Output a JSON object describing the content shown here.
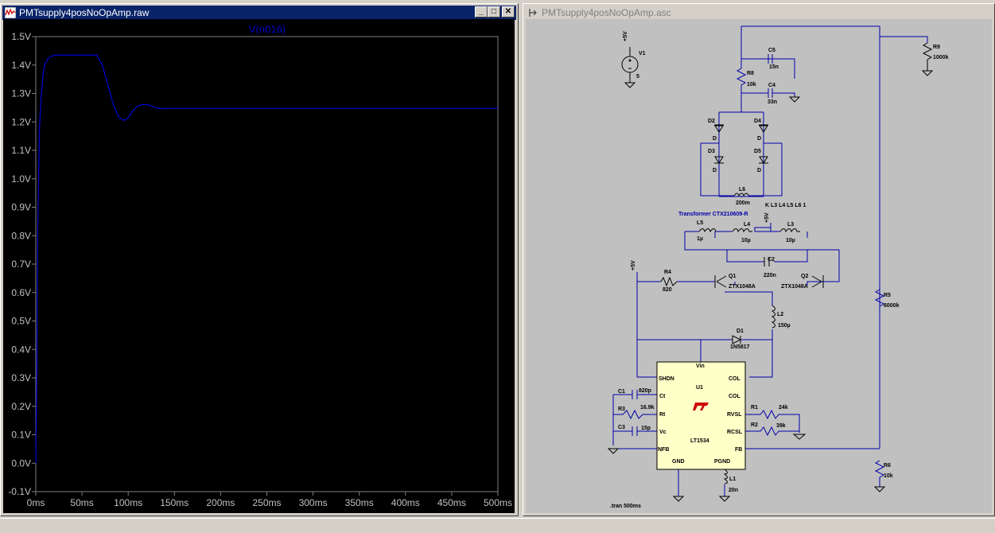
{
  "colors": {
    "trace": "#0000cc",
    "plot_bg": "#000000",
    "axis": "#808080",
    "axis_text": "#c0c0c0",
    "schematic_bg": "#c0c0c0",
    "wire": "#0000aa",
    "title_active": "#0a246a"
  },
  "plot_window": {
    "title": "PMTsupply4posNoOpAmp.raw",
    "icon": "waveform-icon",
    "controls": {
      "minimize": "_",
      "maximize": "□",
      "close": "✕"
    }
  },
  "schematic_window": {
    "title": "PMTsupply4posNoOpAmp.asc",
    "icon": "schematic-icon"
  },
  "chart_data": {
    "type": "line",
    "title": "V(n016)",
    "xlabel": "",
    "ylabel": "",
    "xlim": [
      0,
      500
    ],
    "ylim": [
      -0.1,
      1.5
    ],
    "x_ticks": [
      "0ms",
      "50ms",
      "100ms",
      "150ms",
      "200ms",
      "250ms",
      "300ms",
      "350ms",
      "400ms",
      "450ms",
      "500ms"
    ],
    "y_ticks": [
      "1.5V",
      "1.4V",
      "1.3V",
      "1.2V",
      "1.1V",
      "1.0V",
      "0.9V",
      "0.8V",
      "0.7V",
      "0.6V",
      "0.5V",
      "0.4V",
      "0.3V",
      "0.2V",
      "0.1V",
      "0.0V",
      "-0.1V"
    ],
    "series": [
      {
        "name": "V(n016)",
        "x": [
          0,
          1,
          2,
          4,
          6,
          8,
          10,
          14,
          18,
          22,
          26,
          40,
          60,
          66,
          72,
          78,
          84,
          90,
          96,
          100,
          104,
          110,
          116,
          122,
          128,
          134,
          140,
          150,
          200,
          300,
          400,
          500
        ],
        "y": [
          0,
          0.3,
          0.8,
          1.18,
          1.3,
          1.37,
          1.405,
          1.425,
          1.433,
          1.435,
          1.435,
          1.435,
          1.435,
          1.435,
          1.4,
          1.33,
          1.26,
          1.215,
          1.205,
          1.215,
          1.235,
          1.255,
          1.262,
          1.26,
          1.252,
          1.247,
          1.247,
          1.248,
          1.248,
          1.248,
          1.248,
          1.248
        ]
      }
    ]
  },
  "schematic": {
    "texts": [
      {
        "id": "v1-node",
        "t": "+5V"
      },
      {
        "id": "v1",
        "t": "V1"
      },
      {
        "id": "v1-val",
        "t": "5"
      },
      {
        "id": "c5",
        "t": "C5"
      },
      {
        "id": "c5-val",
        "t": "15n"
      },
      {
        "id": "r8",
        "t": "R8"
      },
      {
        "id": "r8-val",
        "t": "10k"
      },
      {
        "id": "c4",
        "t": "C4"
      },
      {
        "id": "c4-val",
        "t": "33n"
      },
      {
        "id": "r9",
        "t": "R9"
      },
      {
        "id": "r9-val",
        "t": "1000k"
      },
      {
        "id": "d2",
        "t": "D2"
      },
      {
        "id": "d2-val",
        "t": "D"
      },
      {
        "id": "d4",
        "t": "D4"
      },
      {
        "id": "d4-val",
        "t": "D"
      },
      {
        "id": "d3",
        "t": "D3"
      },
      {
        "id": "d3-val",
        "t": "D"
      },
      {
        "id": "d5",
        "t": "D5"
      },
      {
        "id": "d5-val",
        "t": "D"
      },
      {
        "id": "l6",
        "t": "L6"
      },
      {
        "id": "l6-val",
        "t": "200m"
      },
      {
        "id": "k",
        "t": "K L3 L4 L5 L6 1"
      },
      {
        "id": "xfmr",
        "t": "Transformer CTX210609-R"
      },
      {
        "id": "l5",
        "t": "L5"
      },
      {
        "id": "l5-val",
        "t": "1µ"
      },
      {
        "id": "l4",
        "t": "L4"
      },
      {
        "id": "l4-val",
        "t": "10µ"
      },
      {
        "id": "l3",
        "t": "L3"
      },
      {
        "id": "l3-val",
        "t": "10µ"
      },
      {
        "id": "l-node",
        "t": "+5V"
      },
      {
        "id": "c2",
        "t": "C2"
      },
      {
        "id": "c2-val",
        "t": "220n"
      },
      {
        "id": "r4-node",
        "t": "+5V"
      },
      {
        "id": "r4",
        "t": "R4"
      },
      {
        "id": "r4-val",
        "t": "820"
      },
      {
        "id": "q1",
        "t": "Q1"
      },
      {
        "id": "q1-val",
        "t": "ZTX1048A"
      },
      {
        "id": "q2",
        "t": "Q2"
      },
      {
        "id": "q2-val",
        "t": "ZTX1048A"
      },
      {
        "id": "r5",
        "t": "R5"
      },
      {
        "id": "r5-val",
        "t": "6000k"
      },
      {
        "id": "l2",
        "t": "L2"
      },
      {
        "id": "l2-val",
        "t": "150µ"
      },
      {
        "id": "d1",
        "t": "D1"
      },
      {
        "id": "d1-val",
        "t": "1N5817"
      },
      {
        "id": "u-vin",
        "t": "Vin"
      },
      {
        "id": "u-shdn",
        "t": "SHDN"
      },
      {
        "id": "u1",
        "t": "U1"
      },
      {
        "id": "u-col1",
        "t": "COL"
      },
      {
        "id": "u-col2",
        "t": "COL"
      },
      {
        "id": "c1",
        "t": "C1"
      },
      {
        "id": "c1-val",
        "t": "820p"
      },
      {
        "id": "u-ct",
        "t": "Ct"
      },
      {
        "id": "r3",
        "t": "R3"
      },
      {
        "id": "r3-val",
        "t": "16.9k"
      },
      {
        "id": "u-rt",
        "t": "Rt"
      },
      {
        "id": "r1",
        "t": "R1"
      },
      {
        "id": "r1-val",
        "t": "24k"
      },
      {
        "id": "u-rvsl",
        "t": "RVSL"
      },
      {
        "id": "r2",
        "t": "R2"
      },
      {
        "id": "r2-val",
        "t": "39k"
      },
      {
        "id": "u-rcsl",
        "t": "RCSL"
      },
      {
        "id": "c3",
        "t": "C3"
      },
      {
        "id": "c3-val",
        "t": "15p"
      },
      {
        "id": "u-vc",
        "t": "Vc"
      },
      {
        "id": "u-part",
        "t": "LT1534"
      },
      {
        "id": "u-nfb",
        "t": "NFB"
      },
      {
        "id": "u-fb",
        "t": "FB"
      },
      {
        "id": "u-gnd",
        "t": "GND"
      },
      {
        "id": "u-pgnd",
        "t": "PGND"
      },
      {
        "id": "r6",
        "t": "R6"
      },
      {
        "id": "r6-val",
        "t": "10k"
      },
      {
        "id": "l1",
        "t": "L1"
      },
      {
        "id": "l1-val",
        "t": "20n"
      },
      {
        "id": "tran",
        "t": ".tran 500ms"
      }
    ]
  }
}
